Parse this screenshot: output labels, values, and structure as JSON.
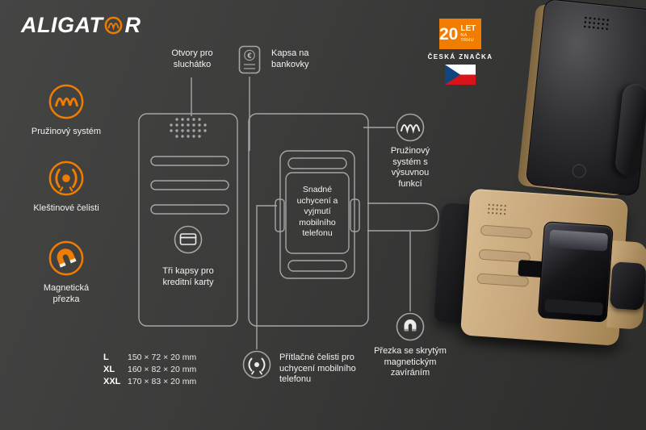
{
  "brand": {
    "logo_pre": "ALIGAT",
    "logo_post": "R"
  },
  "badge": {
    "years": "20",
    "line1": "LET",
    "line2": "NA TRHU",
    "subtitle": "ČESKÁ ZNAČKA"
  },
  "features": [
    {
      "label": "Pružinový systém"
    },
    {
      "label": "Kleštinové čelisti"
    },
    {
      "label": "Magnetická přezka"
    }
  ],
  "callouts": {
    "earpiece": "Otvory pro sluchátko",
    "banknotes": "Kapsa na bankovky",
    "euro_symbol": "€",
    "cards": "Tři kapsy pro kreditní karty",
    "easy_mount": "Snadné uchycení a vyjmutí mobilního telefonu",
    "spring_system": "Pružinový systém s výsuvnou funkcí",
    "pressure_jaws": "Přítlačné čelisti pro uchycení mobilního telefonu",
    "magnetic_buckle": "Přezka se skrytým magnetickým zavíráním"
  },
  "sizes": [
    {
      "label": "L",
      "value": "150 × 72 × 20 mm"
    },
    {
      "label": "XL",
      "value": "160 × 82 × 20 mm"
    },
    {
      "label": "XXL",
      "value": "170 × 83 × 20 mm"
    }
  ],
  "colors": {
    "accent": "#f07d00",
    "background": "#3a3a3a",
    "diagram_line": "#a6a6a6",
    "flag_red": "#d7141a",
    "flag_blue": "#11457e"
  }
}
